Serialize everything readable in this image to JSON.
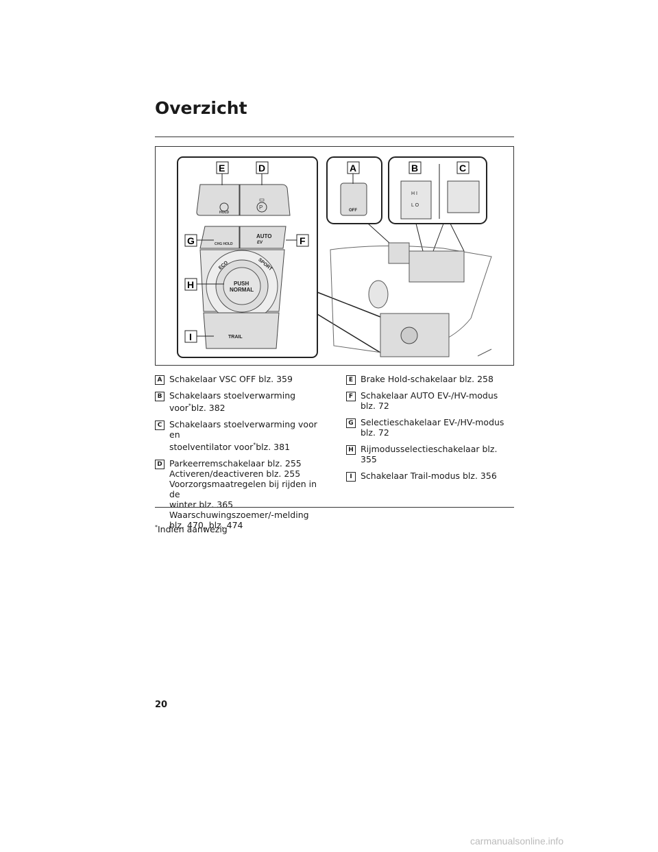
{
  "page": {
    "title": "Overzicht",
    "page_number": "20",
    "footnote_mark": "*",
    "footnote_text": "Indien aanwezig",
    "watermark": "carmanualsonline.info"
  },
  "figure": {
    "callouts": [
      "A",
      "B",
      "C",
      "D",
      "E",
      "F",
      "G",
      "H",
      "I"
    ],
    "labels": {
      "hold": "HOLD",
      "p": "(P)",
      "chg_hold": "CHG HOLD",
      "auto": "AUTO",
      "ev": "EV",
      "eco": "ECO",
      "sport": "SPORT",
      "push": "PUSH",
      "normal": "NORMAL",
      "trail": "TRAIL",
      "off": "OFF",
      "hi": "H I",
      "lo": "L O"
    }
  },
  "legend_left": [
    {
      "key": "A",
      "lines": [
        "Schakelaar VSC OFF blz. 359"
      ]
    },
    {
      "key": "B",
      "lines": [
        "Schakelaars stoelverwarming",
        "voor",
        "blz. 382"
      ]
    },
    {
      "key": "C",
      "lines": [
        "Schakelaars stoelverwarming voor en",
        "stoelventilator voor",
        "blz. 381"
      ]
    },
    {
      "key": "D",
      "lines": [
        "Parkeerremschakelaar blz. 255",
        "Activeren/deactiveren blz. 255",
        "Voorzorgsmaatregelen bij rijden in de",
        "winter blz. 365",
        "Waarschuwingszoemer/-melding",
        "blz. 470, blz. 474"
      ]
    }
  ],
  "legend_right": [
    {
      "key": "E",
      "lines": [
        "Brake Hold-schakelaar blz. 258"
      ]
    },
    {
      "key": "F",
      "lines": [
        "Schakelaar AUTO EV-/HV-modus",
        "blz. 72"
      ]
    },
    {
      "key": "G",
      "lines": [
        "Selectieschakelaar EV-/HV-modus",
        "blz. 72"
      ]
    },
    {
      "key": "H",
      "lines": [
        "Rijmodusselectieschakelaar blz. 355"
      ]
    },
    {
      "key": "I",
      "lines": [
        "Schakelaar Trail-modus blz. 356"
      ]
    }
  ]
}
